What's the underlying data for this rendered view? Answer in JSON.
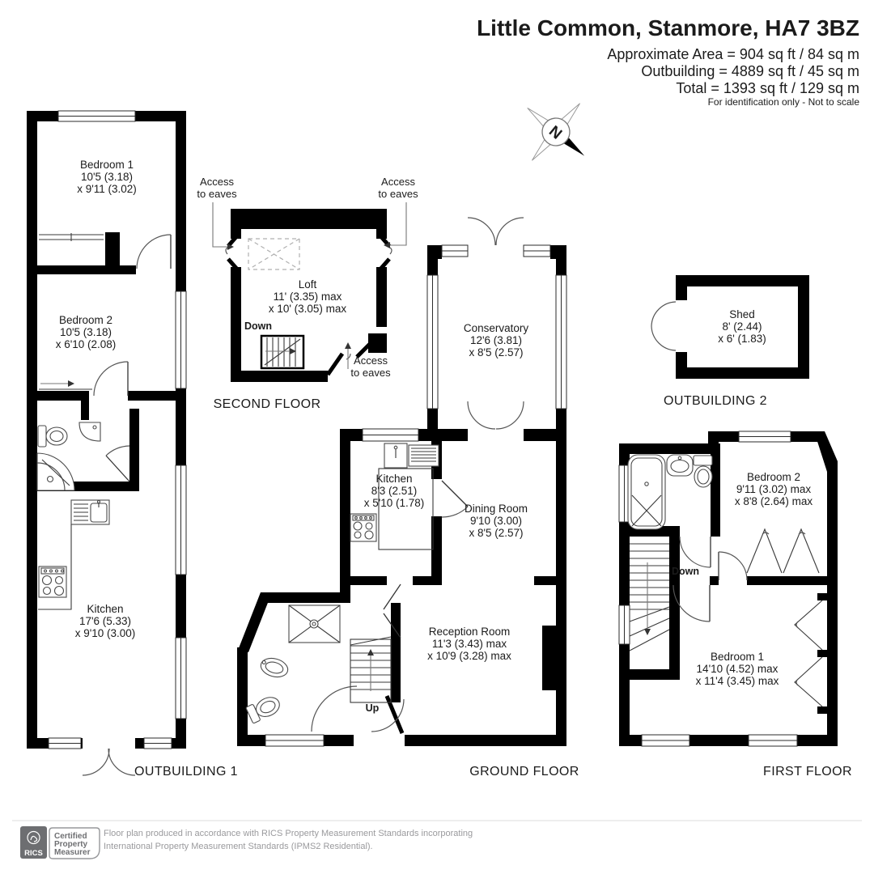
{
  "header": {
    "title": "Little Common, Stanmore, HA7 3BZ",
    "area_line1": "Approximate Area = 904 sq ft / 84 sq m",
    "area_line2": "Outbuilding = 4889 sq ft / 45 sq m",
    "area_line3": "Total = 1393 sq ft / 129 sq m",
    "note": "For identification only - Not to scale"
  },
  "compass": {
    "north": "N"
  },
  "plans": {
    "outbuilding1": {
      "label": "OUTBUILDING 1",
      "bedroom1": {
        "name": "Bedroom 1",
        "dim1": "10'5 (3.18)",
        "dim2": "x 9'11 (3.02)"
      },
      "bedroom2": {
        "name": "Bedroom 2",
        "dim1": "10'5 (3.18)",
        "dim2": "x 6'10 (2.08)"
      },
      "kitchen": {
        "name": "Kitchen",
        "dim1": "17'6 (5.33)",
        "dim2": "x 9'10 (3.00)"
      }
    },
    "second_floor": {
      "label": "SECOND FLOOR",
      "loft": {
        "name": "Loft",
        "dim1": "11' (3.35) max",
        "dim2": "x 10' (3.05) max"
      },
      "down": "Down",
      "access": {
        "line1": "Access",
        "line2": "to eaves"
      }
    },
    "ground_floor": {
      "label": "GROUND FLOOR",
      "conservatory": {
        "name": "Conservatory",
        "dim1": "12'6 (3.81)",
        "dim2": "x 8'5 (2.57)"
      },
      "kitchen": {
        "name": "Kitchen",
        "dim1": "8'3 (2.51)",
        "dim2": "x 5'10 (1.78)"
      },
      "dining": {
        "name": "Dining Room",
        "dim1": "9'10 (3.00)",
        "dim2": "x 8'5 (2.57)"
      },
      "reception": {
        "name": "Reception Room",
        "dim1": "11'3 (3.43) max",
        "dim2": "x 10'9 (3.28) max"
      },
      "up": "Up"
    },
    "outbuilding2": {
      "label": "OUTBUILDING 2",
      "shed": {
        "name": "Shed",
        "dim1": "8' (2.44)",
        "dim2": "x 6' (1.83)"
      }
    },
    "first_floor": {
      "label": "FIRST FLOOR",
      "bedroom2": {
        "name": "Bedroom 2",
        "dim1": "9'11 (3.02) max",
        "dim2": "x 8'8 (2.64) max"
      },
      "bedroom1": {
        "name": "Bedroom 1",
        "dim1": "14'10 (4.52) max",
        "dim2": "x 11'4 (3.45) max"
      },
      "down": "Down"
    }
  },
  "footer": {
    "rics_label": "RICS",
    "badge_line1": "Certified",
    "badge_line2": "Property",
    "badge_line3": "Measurer",
    "disclaimer_line1": "Floor plan produced in accordance with RICS Property Measurement Standards incorporating",
    "disclaimer_line2": "International Property Measurement Standards (IPMS2 Residential)."
  }
}
